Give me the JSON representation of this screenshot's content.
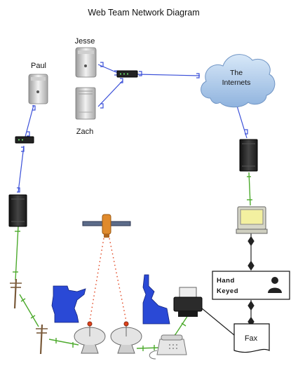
{
  "title": "Web Team Network Diagram",
  "nodes": {
    "jesse": {
      "label": "Jesse",
      "icon": "desktop-computer-icon"
    },
    "zach": {
      "label": "Zach",
      "icon": "tower-computer-icon"
    },
    "paul": {
      "label": "Paul",
      "icon": "desktop-computer-icon"
    },
    "internet": {
      "label_line1": "The",
      "label_line2": "Internets",
      "icon": "cloud-icon"
    },
    "hand_keyed": {
      "label_line1": "Hand",
      "label_line2": "Keyed",
      "icon": "person-icon"
    },
    "fax": {
      "label": "Fax",
      "icon": "document-icon"
    }
  },
  "colors": {
    "blue_link": "#3a4fd8",
    "green_link": "#4caa2c",
    "black_link": "#222222",
    "satellite_beam": "#e0421c",
    "state_fill": "#2a49d6",
    "cloud": "#9cc1e8"
  }
}
